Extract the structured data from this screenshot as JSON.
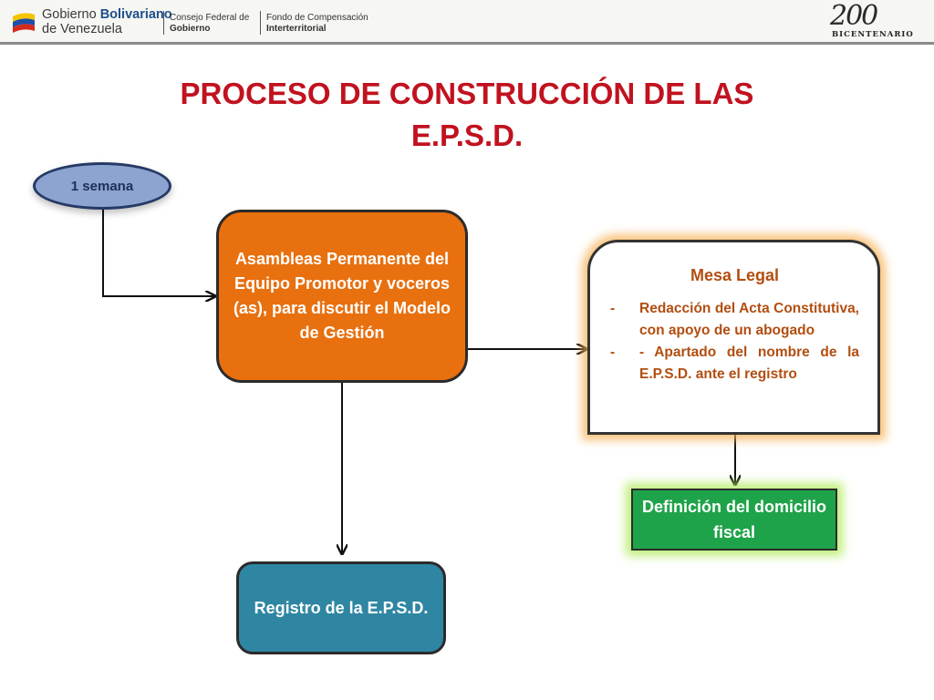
{
  "header": {
    "gov_line1_normal": "Gobierno",
    "gov_line1_bold": "Bolivariano",
    "gov_line2": "de Venezuela",
    "consejo_line1": "Consejo Federal de",
    "consejo_line2": "Gobierno",
    "fondo_line1": "Fondo de Compensación",
    "fondo_line2": "Interterritorial",
    "logo_number": "200",
    "logo_text": "BICENTENARIO"
  },
  "title_line1": "PROCESO DE CONSTRUCCIÓN DE LAS",
  "title_line2": "E.P.S.D.",
  "nodes": {
    "duration": "1 semana",
    "assemblies": "Asambleas Permanente del Equipo Promotor y voceros (as), para discutir el Modelo de Gestión",
    "registry": "Registro de la E.P.S.D.",
    "legal_desk": {
      "title": "Mesa Legal",
      "items": [
        "Redacción del Acta Constitutiva, con apoyo de un abogado",
        "- Apartado del nombre de la E.P.S.D. ante el registro"
      ],
      "bullet": "-"
    },
    "fiscal_domicile": "Definición del domicilio fiscal"
  },
  "colors": {
    "title": "#c1121f",
    "ellipse_fill": "#8da4d1",
    "assemblies_fill": "#e8700f",
    "registry_fill": "#2f86a3",
    "legal_text": "#b24e10",
    "fiscal_fill": "#1fa34a"
  }
}
